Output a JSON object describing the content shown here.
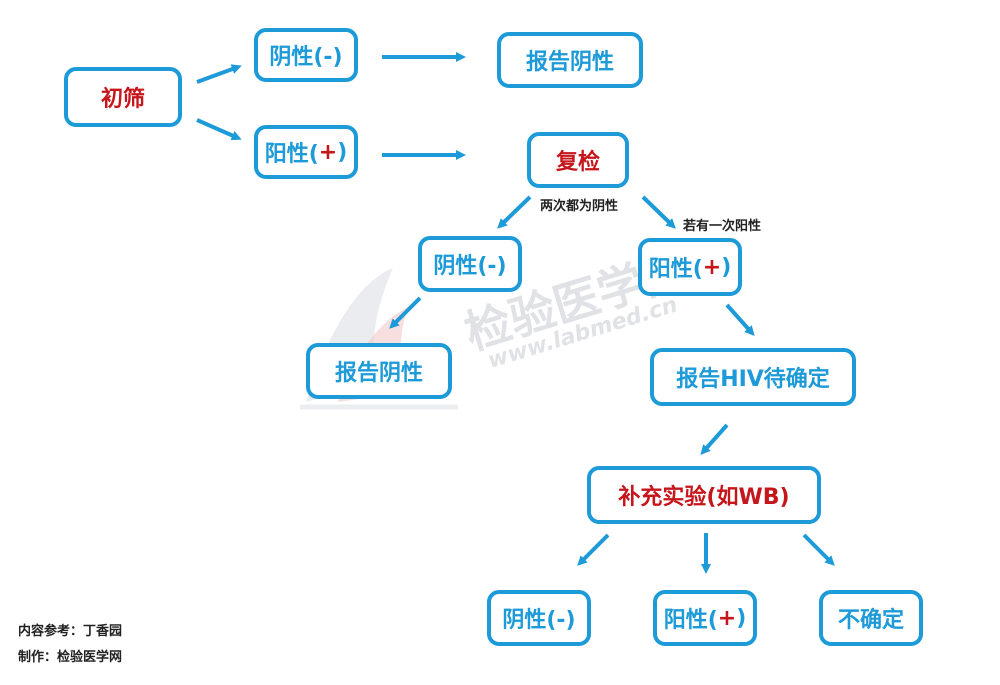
{
  "colors": {
    "accent": "#1d9ad8",
    "emphasis": "#c5161c",
    "text": "#222222",
    "watermark": "#c9ccd2"
  },
  "nodes": {
    "initial": "初筛",
    "neg1": "阴性(-)",
    "report_neg1": "报告阴性",
    "pos1": {
      "text": "阳性(",
      "sign": "+",
      "close": ")"
    },
    "recheck": "复检",
    "neg2": "阴性(-)",
    "pos2": {
      "text": "阳性(",
      "sign": "+",
      "close": ")"
    },
    "report_neg2": "报告阴性",
    "pending": "报告HIV待确定",
    "supplement": "补充实验(如WB)",
    "neg3": "阴性(-)",
    "pos3": {
      "text": "阳性(",
      "sign": "+",
      "close": ")"
    },
    "uncertain": "不确定"
  },
  "edge_labels": {
    "both_neg": "两次都为阴性",
    "one_pos": "若有一次阳性"
  },
  "footer": {
    "reference": "内容参考：丁香园",
    "producer": "制作：检验医学网"
  },
  "watermark": {
    "name": "检验医学网",
    "url": "www.labmed.cn",
    "logo_icon": "labmed-logo-icon"
  }
}
